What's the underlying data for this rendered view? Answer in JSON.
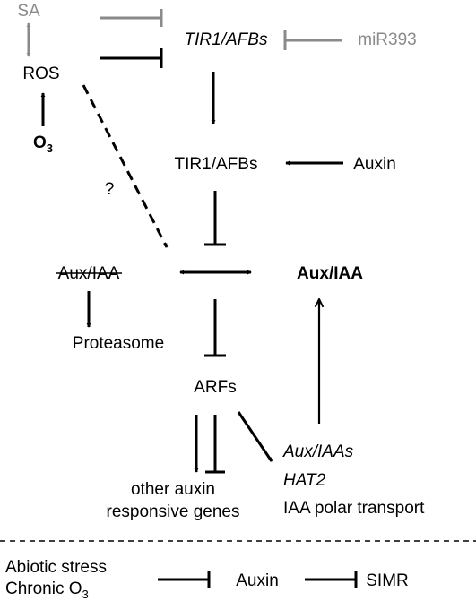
{
  "nodes": {
    "sa": "SA",
    "ros": "ROS",
    "o3_main": "O",
    "o3_sub": "3",
    "tir1_gene": "TIR1/AFBs",
    "mir393": "miR393",
    "tir1_protein": "TIR1/AFBs",
    "auxin": "Auxin",
    "question": "?",
    "aux_iaa_degraded": "Aux/IAA",
    "aux_iaa": "Aux/IAA",
    "proteasome": "Proteasome",
    "arfs": "ARFs",
    "other_genes_line1": "other auxin",
    "other_genes_line2": "responsive genes",
    "aux_iaas": "Aux/IAAs",
    "hat2": "HAT2",
    "iaa_transport": "IAA polar transport"
  },
  "bottom": {
    "abiotic_stress": "Abiotic stress",
    "chronic_o3": "Chronic O",
    "chronic_o3_sub": "3",
    "auxin": "Auxin",
    "simr": "SIMR"
  },
  "colors": {
    "primary": "#000000",
    "secondary": "#8a8a8a"
  }
}
